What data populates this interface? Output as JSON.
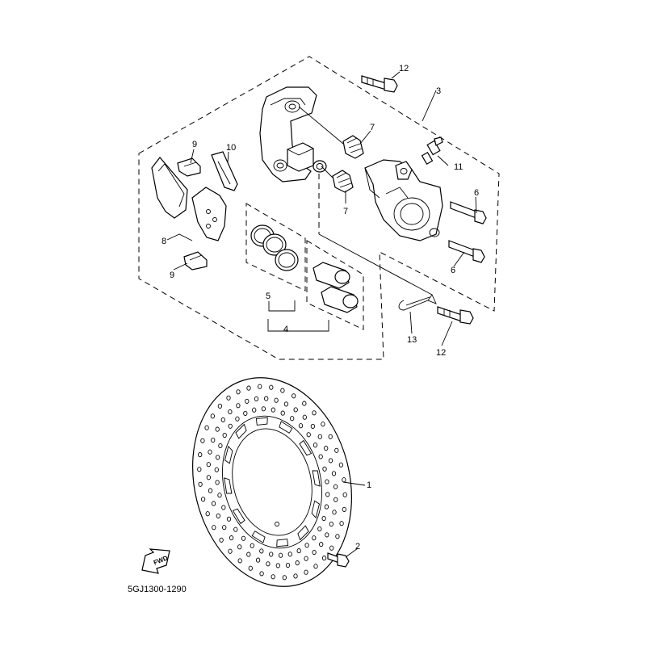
{
  "diagram": {
    "drawing_code": "5GJ1300-1290",
    "fwd_label": "FWD",
    "callouts": {
      "c1": "1",
      "c2": "2",
      "c3": "3",
      "c4": "4",
      "c5": "5",
      "c6a": "6",
      "c6b": "6",
      "c7a": "7",
      "c7b": "7",
      "c8": "8",
      "c9a": "9",
      "c9b": "9",
      "c10": "10",
      "c11": "11",
      "c12a": "12",
      "c12b": "12",
      "c13": "13"
    }
  }
}
